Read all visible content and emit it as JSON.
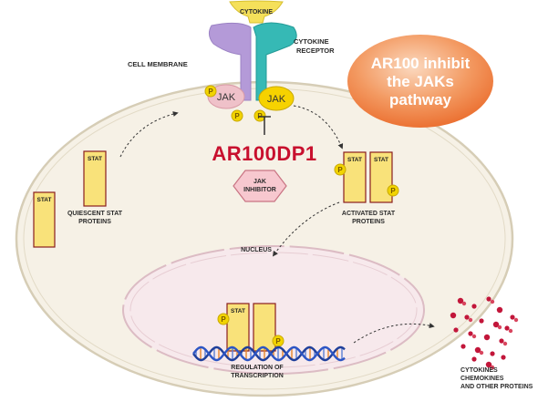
{
  "labels": {
    "cytokine": "CYTOKINE",
    "cytokine_receptor": [
      "CYTOKINE",
      "RECEPTOR"
    ],
    "cell_membrane": "CELL MEMBRANE",
    "jak": "JAK",
    "phospho": "P",
    "stat": "STAT",
    "quiescent": [
      "QUIESCENT STAT",
      "PROTEINS"
    ],
    "activated": [
      "ACTIVATED STAT",
      "PROTEINS"
    ],
    "drug": "AR100DP1",
    "jak_inhibitor": [
      "JAK",
      "INHIBITOR"
    ],
    "nucleus": "NUCLEUS",
    "regulation": [
      "REGULATION OF",
      "TRANSCRIPTION"
    ],
    "cytokines_out": [
      "CYTOKINES",
      "CHEMOKINES",
      "AND OTHER PROTEINS"
    ]
  },
  "callout": [
    "AR100 inhibit",
    "the JAKs",
    "pathway"
  ],
  "colors": {
    "cell_fill": "#f6f1e6",
    "cell_stroke": "#d6cdb6",
    "nucleus_fill": "#f7e9ec",
    "nucleus_stroke": "#dcbcc4",
    "stat_fill": "#f9e27a",
    "stat_stroke": "#8a1e1e",
    "phospho": "#f2d400",
    "receptor_purple": "#b49ad8",
    "receptor_teal": "#36b9b5",
    "cytokine": "#f5e05a",
    "jak_pink": "#efc1c9",
    "jak_yellow": "#f6d200",
    "inhibitor_fill": "#f7c8cf",
    "inhibitor_stroke": "#c97483",
    "drug_red": "#c8102e",
    "callout_orange": "#ef7f3d",
    "dna_blue": "#1f3f9a",
    "dna_orange": "#e8862b",
    "output_red": "#c2163a"
  }
}
